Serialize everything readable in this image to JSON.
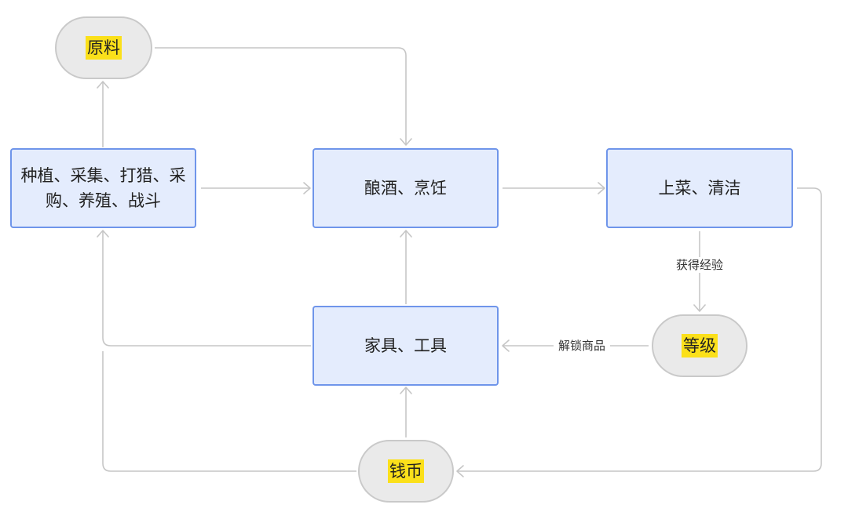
{
  "nodes": {
    "raw": "原料",
    "gather": "种植、采集、打猎、采购、养殖、战斗",
    "brew": "酿酒、烹饪",
    "serve": "上菜、清洁",
    "tools": "家具、工具",
    "level": "等级",
    "money": "钱币"
  },
  "edge_labels": {
    "serve_to_level": "获得经验",
    "level_to_tools": "解锁商品"
  },
  "colors": {
    "box_fill": "#e4ecfd",
    "box_border": "#6f95ea",
    "pill_fill": "#eaeaea",
    "pill_border": "#c9c9c9",
    "highlight": "#fbe01a",
    "edge": "#c6c6c6"
  }
}
